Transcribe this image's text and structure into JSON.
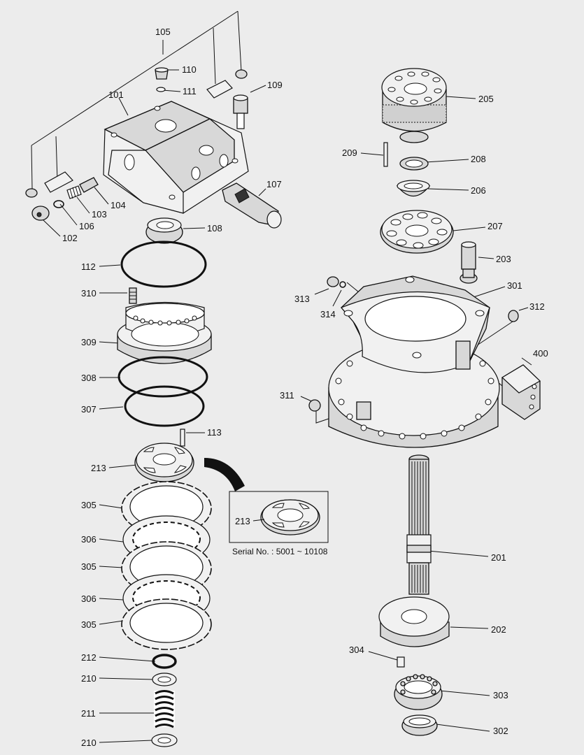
{
  "labels": {
    "l105": "105",
    "l110": "110",
    "l111": "111",
    "l109": "109",
    "l101": "101",
    "l107": "107",
    "l104": "104",
    "l103": "103",
    "l106": "106",
    "l102": "102",
    "l108": "108",
    "l112": "112",
    "l310": "310",
    "l309": "309",
    "l308": "308",
    "l307": "307",
    "l113": "113",
    "l213": "213",
    "l213b": "213",
    "l305a": "305",
    "l306a": "306",
    "l305b": "305",
    "l306b": "306",
    "l305c": "305",
    "l212": "212",
    "l210a": "210",
    "l211": "211",
    "l210b": "210",
    "l205": "205",
    "l209": "209",
    "l208": "208",
    "l206": "206",
    "l207": "207",
    "l203": "203",
    "l313": "313",
    "l314": "314",
    "l301": "301",
    "l312": "312",
    "l400": "400",
    "l311": "311",
    "l201": "201",
    "l202": "202",
    "l304": "304",
    "l303": "303",
    "l302": "302"
  },
  "inset": {
    "caption": "Serial No. : 5001 ~ 10108"
  }
}
